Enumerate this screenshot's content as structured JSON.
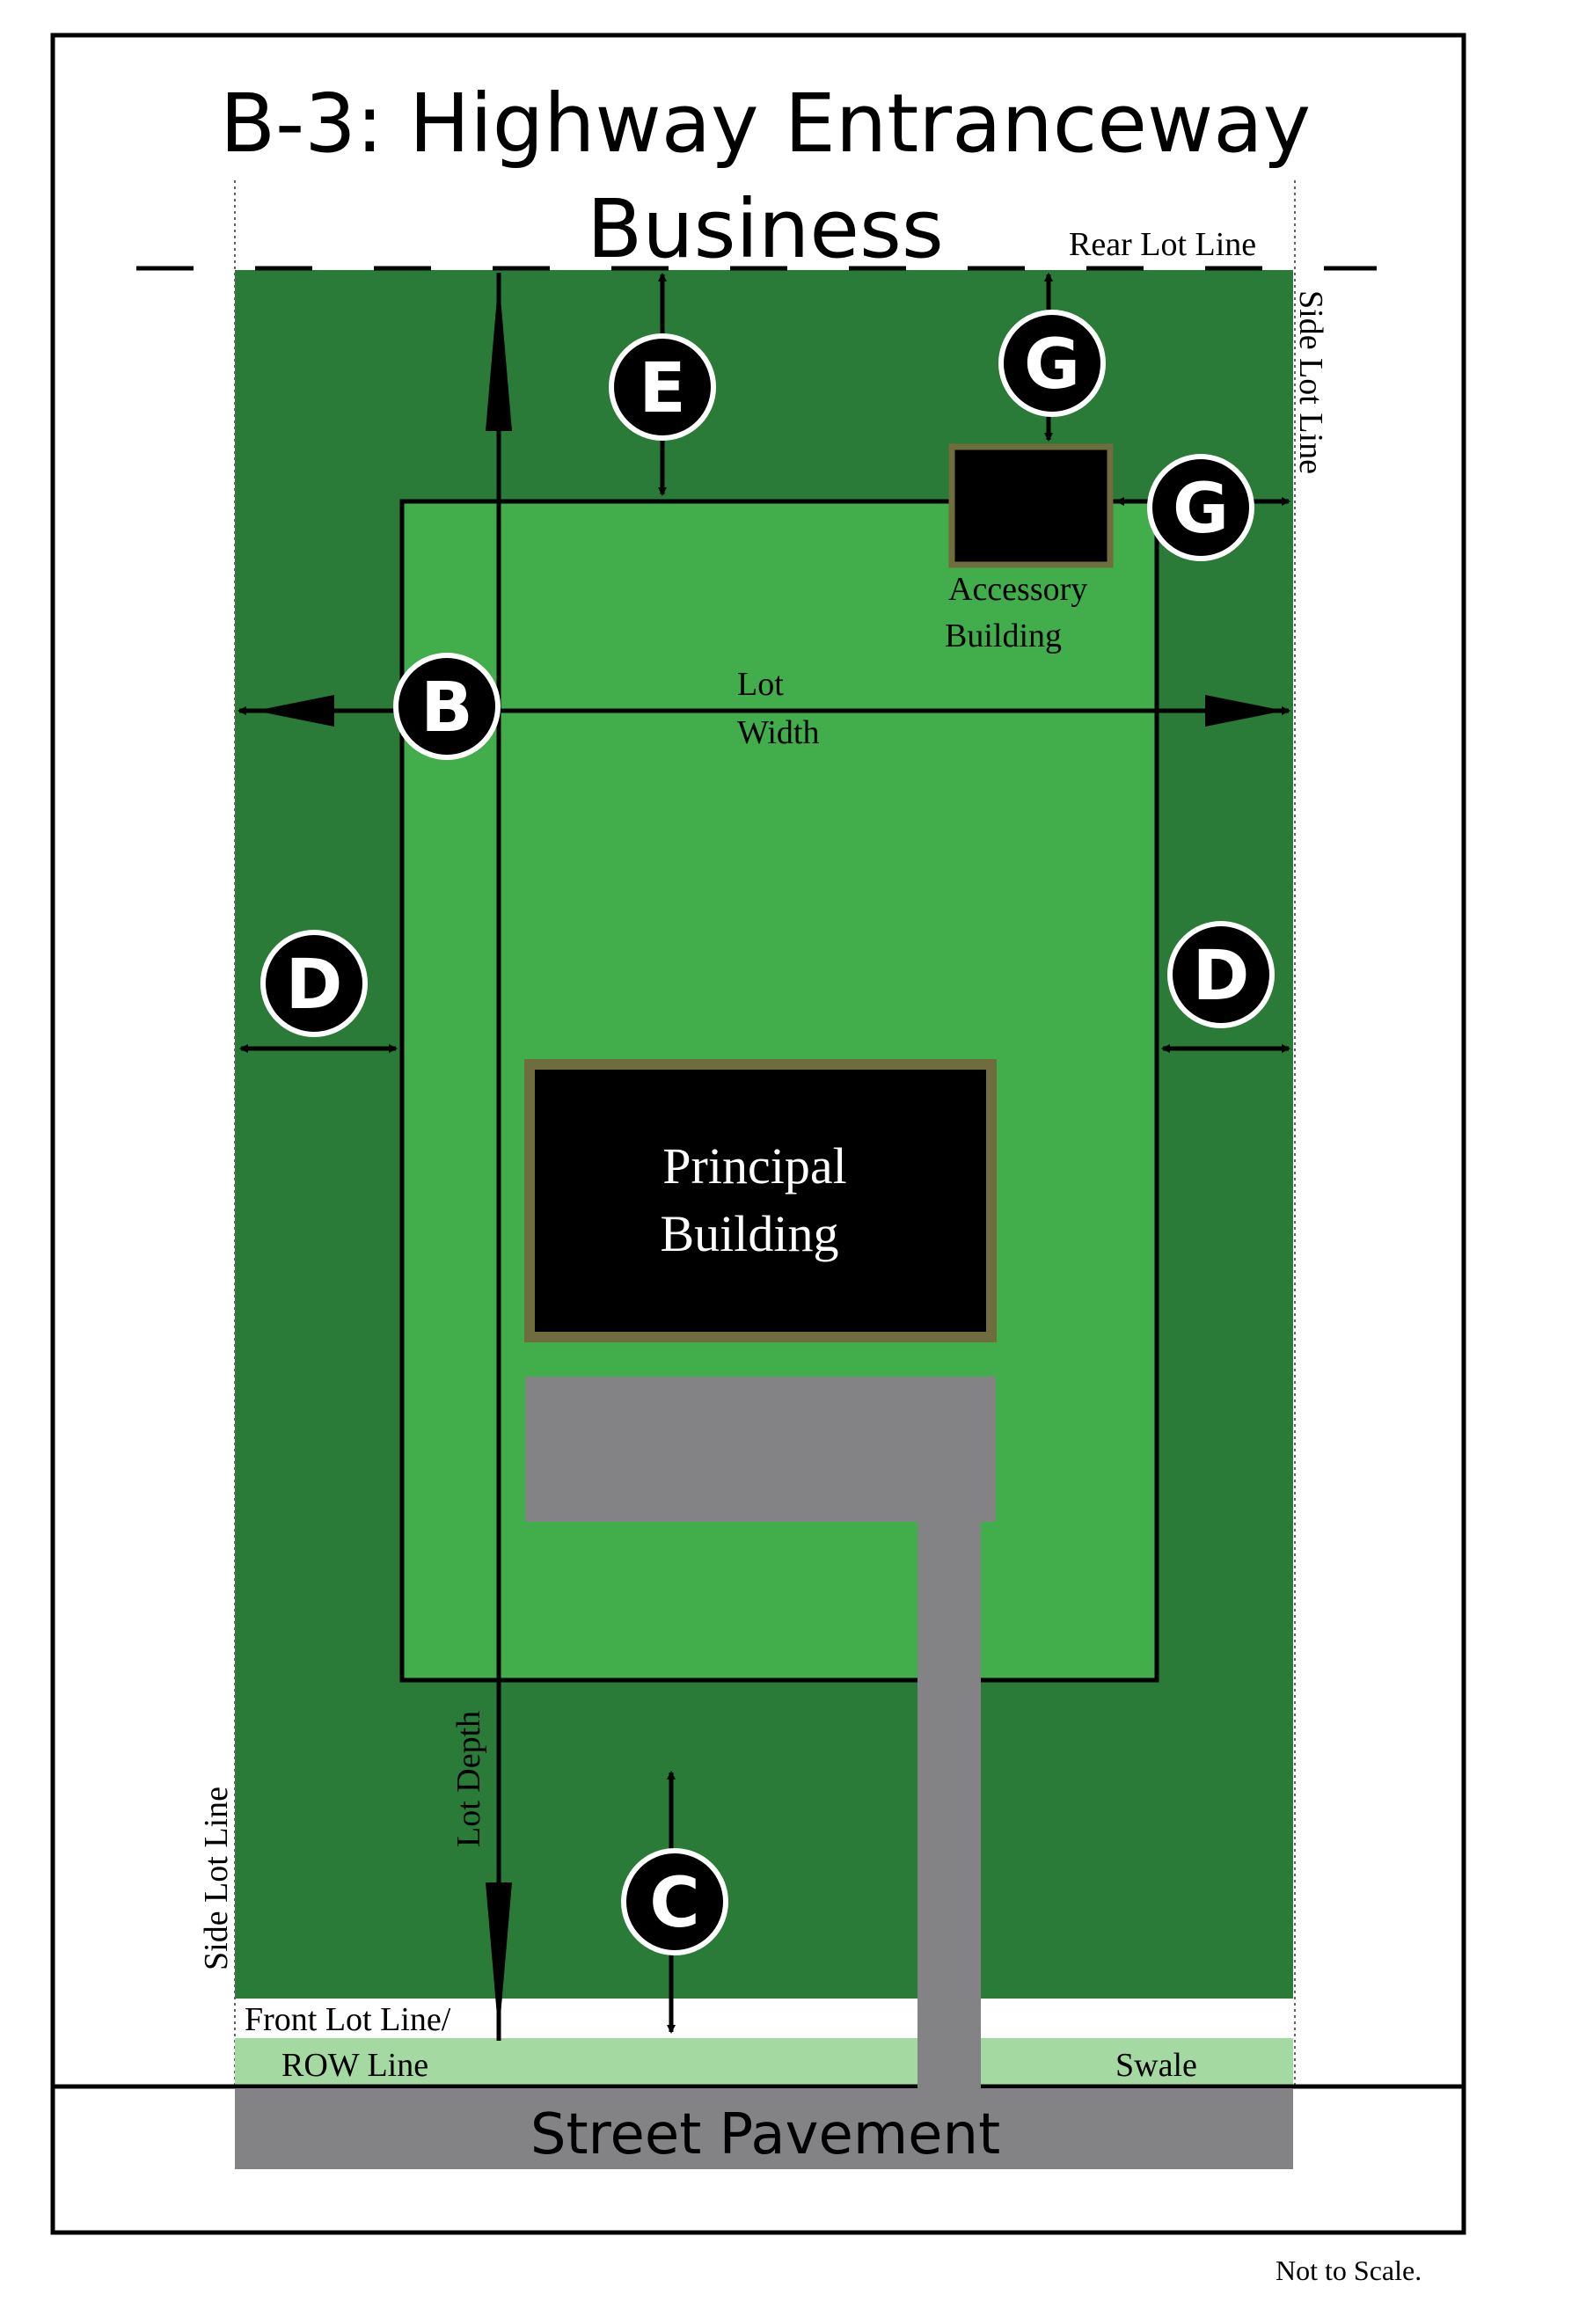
{
  "title": {
    "line1": "B-3: Highway Entranceway",
    "line2": "Business"
  },
  "labels": {
    "rear_lot_line": "Rear Lot Line",
    "side_lot_line_right": "Side Lot Line",
    "side_lot_line_left": "Side Lot Line",
    "lot_width_line1": "Lot",
    "lot_width_line2": "Width",
    "lot_depth": "Lot Depth",
    "accessory_line1": "Accessory",
    "accessory_line2": "Building",
    "principal_line1": "Principal",
    "principal_line2": "Building",
    "front_lot_line_1": "Front Lot Line/",
    "front_lot_line_2": "ROW Line",
    "swale": "Swale",
    "street_pavement": "Street Pavement",
    "not_to_scale": "Not to Scale."
  },
  "badges": {
    "b": "B",
    "c": "C",
    "d_left": "D",
    "d_right": "D",
    "e": "E",
    "g_top": "G",
    "g_right": "G"
  },
  "colors": {
    "lot_dark_green": "#2a7a38",
    "buildable_green": "#42ad4b",
    "swale_green": "#a5d9a2",
    "pavement_gray": "#838386",
    "building_black": "#000000",
    "building_border": "#6f6c3d"
  }
}
